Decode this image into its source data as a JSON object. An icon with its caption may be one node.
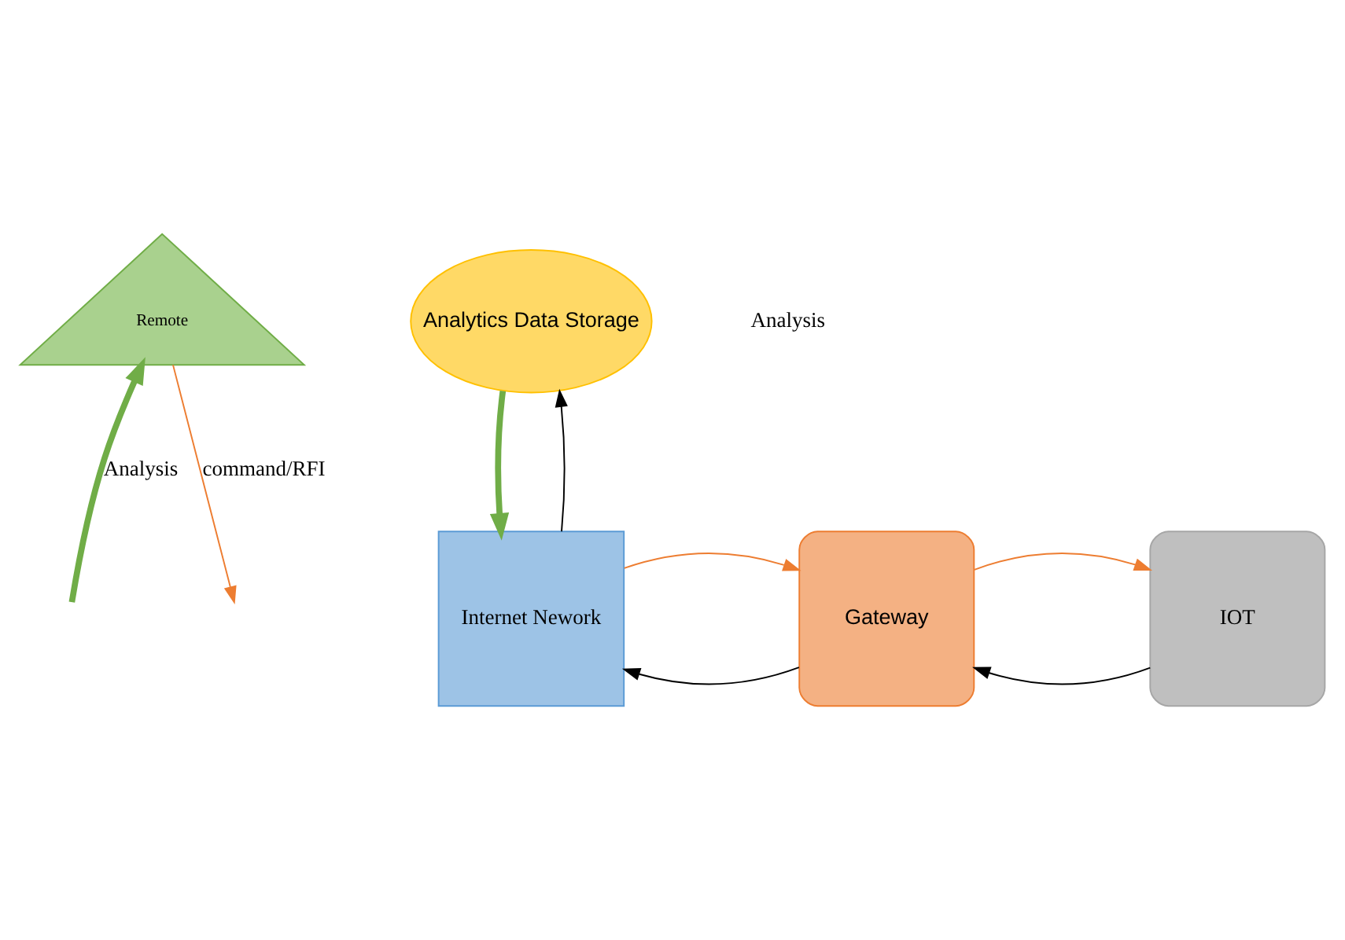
{
  "diagram": {
    "nodes": [
      {
        "text": [
          "Remote"
        ]
      },
      {
        "text": [
          "Analytics Data Storage"
        ]
      },
      {
        "text": [
          "Internet Nework"
        ]
      },
      {
        "text": [
          "Gateway"
        ]
      },
      {
        "text": [
          "IOT"
        ]
      }
    ],
    "edges": [
      {
        "from": null,
        "to": 0,
        "arrow": "to",
        "label": "Analysis",
        "color": "#70ad47",
        "style": "thick"
      },
      {
        "from": 0,
        "to": null,
        "arrow": "to",
        "label": "command/RFI",
        "color": "#ed7d31"
      },
      {
        "from": 1,
        "to": 2,
        "arrow": "to",
        "color": "#70ad47",
        "style": "thick"
      },
      {
        "from": 2,
        "to": 1,
        "arrow": "to",
        "color": "#000000"
      },
      {
        "from": 3,
        "to": 2,
        "arrow": "to",
        "color": "#000000"
      },
      {
        "from": 2,
        "to": 3,
        "arrow": "to",
        "color": "#ed7d31"
      },
      {
        "from": 4,
        "to": 3,
        "arrow": "to",
        "color": "#000000"
      },
      {
        "from": 3,
        "to": 4,
        "arrow": "to",
        "color": "#ed7d31"
      }
    ],
    "labels": [
      "Analysis"
    ]
  }
}
